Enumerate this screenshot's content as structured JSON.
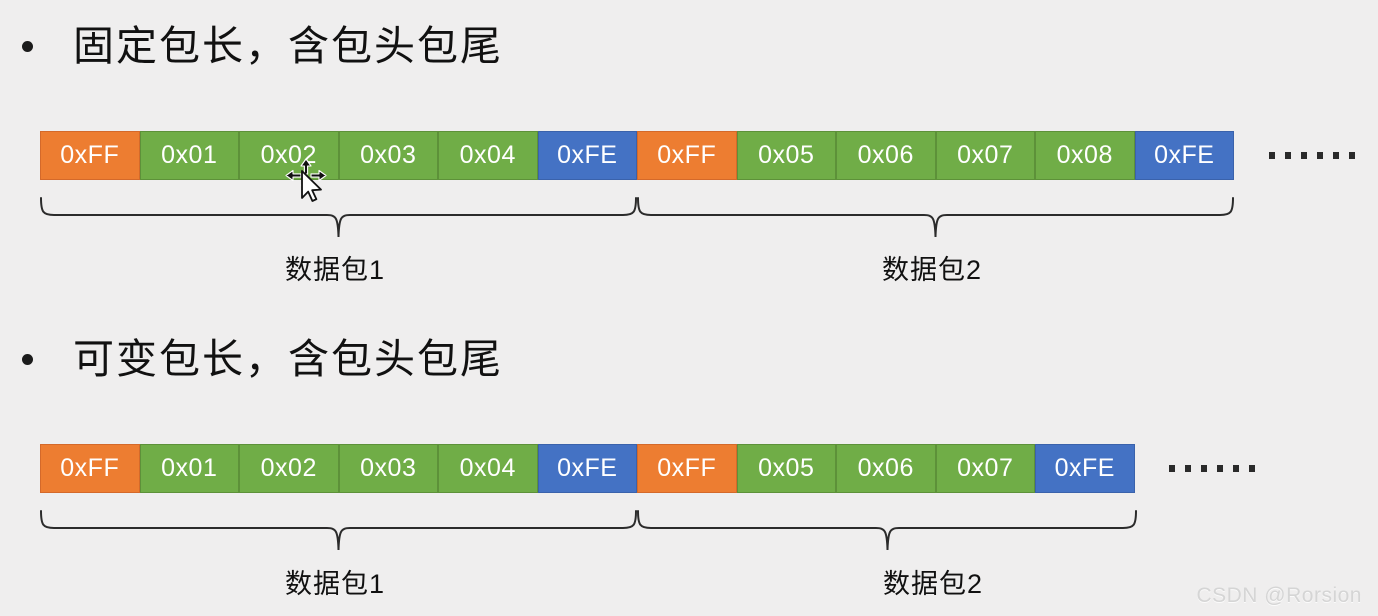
{
  "background_color": "#efeeee",
  "colors": {
    "packet_header": "#ED7D31",
    "packet_data": "#70AD47",
    "packet_tail": "#4472C4",
    "text_on_cell": "#FFFFFF",
    "body_text": "#111111",
    "watermark": "#D5D5D5"
  },
  "sections": [
    {
      "bullet": "•",
      "heading": "固定包长，含包头包尾",
      "cells": [
        {
          "label": "0xFF",
          "role": "head"
        },
        {
          "label": "0x01",
          "role": "data"
        },
        {
          "label": "0x02",
          "role": "data"
        },
        {
          "label": "0x03",
          "role": "data"
        },
        {
          "label": "0x04",
          "role": "data"
        },
        {
          "label": "0xFE",
          "role": "tail"
        },
        {
          "label": "0xFF",
          "role": "head"
        },
        {
          "label": "0x05",
          "role": "data"
        },
        {
          "label": "0x06",
          "role": "data"
        },
        {
          "label": "0x07",
          "role": "data"
        },
        {
          "label": "0x08",
          "role": "data"
        },
        {
          "label": "0xFE",
          "role": "tail"
        }
      ],
      "ellipsis_dots": 6,
      "groups": [
        {
          "label": "数据包1",
          "span_cells": 6
        },
        {
          "label": "数据包2",
          "span_cells": 6
        }
      ]
    },
    {
      "bullet": "•",
      "heading": "可变包长，含包头包尾",
      "cells": [
        {
          "label": "0xFF",
          "role": "head"
        },
        {
          "label": "0x01",
          "role": "data"
        },
        {
          "label": "0x02",
          "role": "data"
        },
        {
          "label": "0x03",
          "role": "data"
        },
        {
          "label": "0x04",
          "role": "data"
        },
        {
          "label": "0xFE",
          "role": "tail"
        },
        {
          "label": "0xFF",
          "role": "head"
        },
        {
          "label": "0x05",
          "role": "data"
        },
        {
          "label": "0x06",
          "role": "data"
        },
        {
          "label": "0x07",
          "role": "data"
        },
        {
          "label": "0xFE",
          "role": "tail"
        }
      ],
      "ellipsis_dots": 6,
      "groups": [
        {
          "label": "数据包1",
          "span_cells": 6
        },
        {
          "label": "数据包2",
          "span_cells": 5
        }
      ]
    }
  ],
  "cursor": {
    "type": "move-cursor"
  },
  "watermark": "CSDN @Rorsion"
}
